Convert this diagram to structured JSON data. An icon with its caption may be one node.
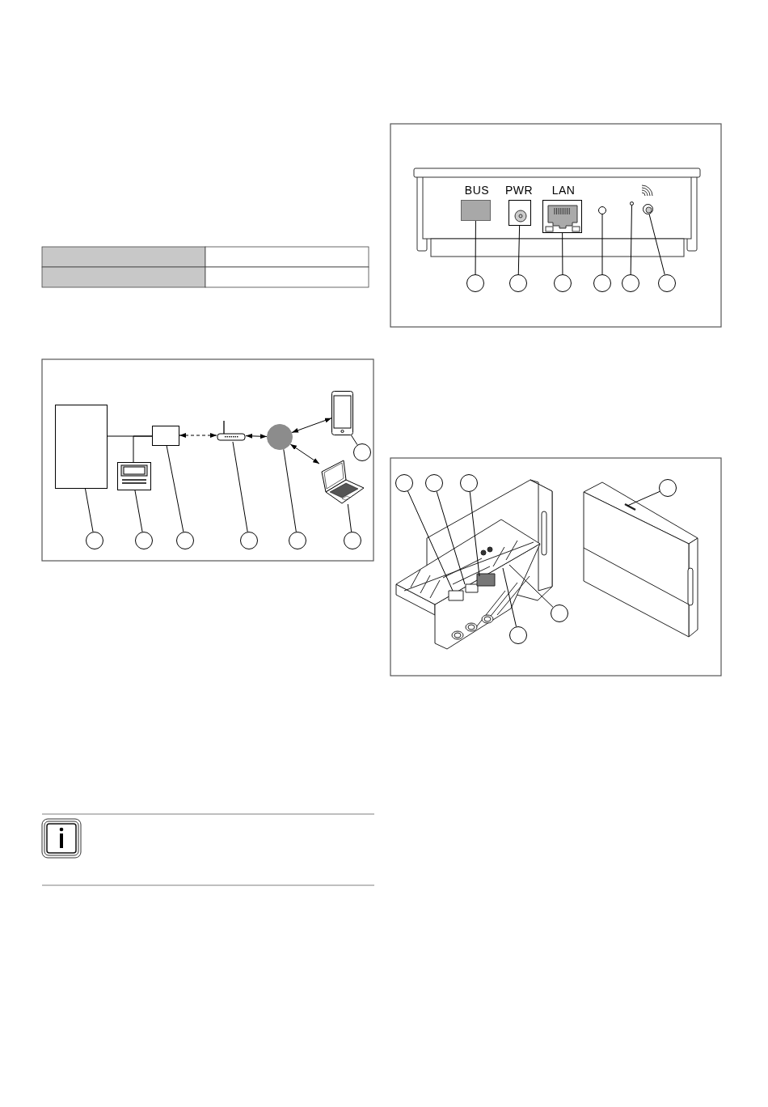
{
  "diagram": {
    "nodes": [
      {
        "text": [],
        "shape": "box"
      },
      {
        "text": [],
        "shape": "picture"
      },
      {
        "text": [],
        "shape": "box"
      },
      {
        "text": [],
        "shape": "picture"
      },
      {
        "text": [],
        "shape": "circle"
      },
      {
        "text": [],
        "shape": "picture"
      },
      {
        "text": [],
        "shape": "picture"
      },
      {
        "text": [],
        "shape": "circle"
      },
      {
        "text": [],
        "shape": "circle"
      },
      {
        "text": [],
        "shape": "circle"
      },
      {
        "text": [],
        "shape": "circle"
      },
      {
        "text": [],
        "shape": "circle"
      },
      {
        "text": [],
        "shape": "circle"
      },
      {
        "text": [],
        "shape": "circle"
      },
      {
        "text": [],
        "shape": "box"
      },
      {
        "text": [],
        "shape": "box"
      },
      {
        "text": [],
        "shape": "box"
      },
      {
        "text": [],
        "shape": "circle"
      },
      {
        "text": [],
        "shape": "circle"
      },
      {
        "text": [],
        "shape": "circle"
      },
      {
        "text": [],
        "shape": "circle"
      },
      {
        "text": [],
        "shape": "circle"
      },
      {
        "text": [],
        "shape": "circle"
      },
      {
        "text": [],
        "shape": "circle"
      },
      {
        "text": [],
        "shape": "circle"
      },
      {
        "text": [],
        "shape": "circle"
      },
      {
        "text": [],
        "shape": "circle"
      },
      {
        "text": [],
        "shape": "circle"
      },
      {
        "text": [],
        "shape": "circle"
      },
      {
        "text": [],
        "shape": "circle"
      },
      {
        "text": [],
        "shape": "circle"
      },
      {
        "text": [],
        "shape": "circle"
      }
    ],
    "edges": [
      {
        "from": 0,
        "to": 2,
        "arrow": "none"
      },
      {
        "from": 1,
        "to": 2,
        "arrow": "none"
      },
      {
        "from": 2,
        "to": 3,
        "arrow": "both",
        "style": "dashed"
      },
      {
        "from": 3,
        "to": 4,
        "arrow": "both"
      },
      {
        "from": 4,
        "to": 5,
        "arrow": "both"
      },
      {
        "from": 4,
        "to": 6,
        "arrow": "both"
      },
      {
        "from": 7,
        "to": 0,
        "arrow": "none"
      },
      {
        "from": 8,
        "to": 1,
        "arrow": "none"
      },
      {
        "from": 9,
        "to": 2,
        "arrow": "none"
      },
      {
        "from": 10,
        "to": 3,
        "arrow": "none"
      },
      {
        "from": 11,
        "to": 4,
        "arrow": "none"
      },
      {
        "from": 12,
        "to": 6,
        "arrow": "none"
      },
      {
        "from": 13,
        "to": 5,
        "arrow": "none"
      },
      {
        "from": 20,
        "to": 14,
        "arrow": "none"
      },
      {
        "from": 21,
        "to": 15,
        "arrow": "none"
      },
      {
        "from": 22,
        "to": 16,
        "arrow": "none"
      },
      {
        "from": 23,
        "to": 17,
        "arrow": "none"
      },
      {
        "from": 24,
        "to": 18,
        "arrow": "none"
      },
      {
        "from": 25,
        "to": 19,
        "arrow": "none"
      },
      {
        "from": 26,
        "to": null,
        "arrow": "none"
      },
      {
        "from": 27,
        "to": null,
        "arrow": "none"
      },
      {
        "from": 28,
        "to": null,
        "arrow": "none"
      },
      {
        "from": 29,
        "to": null,
        "arrow": "none"
      },
      {
        "from": 30,
        "to": null,
        "arrow": "none"
      },
      {
        "from": 31,
        "to": null,
        "arrow": "none"
      }
    ],
    "labels": [
      "BUS",
      "PWR",
      "LAN"
    ]
  }
}
